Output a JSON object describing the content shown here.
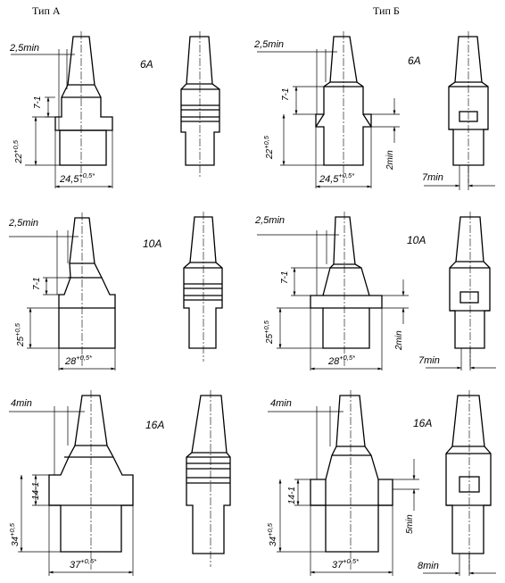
{
  "headers": {
    "type_a": "Тип А",
    "type_b": "Тип Б"
  },
  "ratings": {
    "r6": "6А",
    "r10": "10А",
    "r16": "16А"
  },
  "dims": {
    "clear_25": "2,5min",
    "clear_4": "4min",
    "h_7": "7-1",
    "h_14": "14-1",
    "h_22": "22",
    "h_25": "25",
    "h_34": "34",
    "tol": "+0,5",
    "w_245": "24,5",
    "w_28": "28",
    "w_37": "37",
    "tol_star": "+0,5*",
    "min_2": "2min",
    "min_5": "5min",
    "min_7": "7min",
    "min_8": "8min"
  }
}
